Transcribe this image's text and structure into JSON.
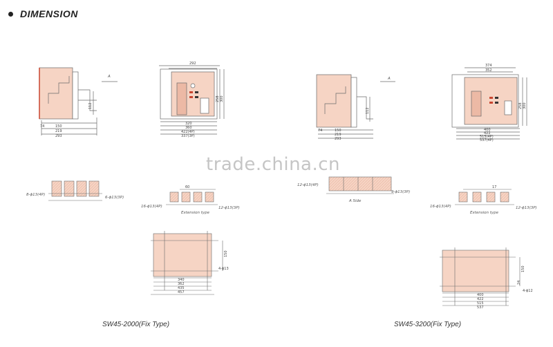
{
  "header": {
    "title": "DIMENSION"
  },
  "colors": {
    "panel": "#f6d4c4",
    "panel_dark": "#ecb9a5",
    "line": "#6a6a6a",
    "accent_red": "#c8452f"
  },
  "labels": {
    "a1": "A",
    "a2": "A",
    "extension_type_1": "Extension type",
    "extension_type_2": "Extension type",
    "a_side": "A Side"
  },
  "dims_left": {
    "side_74": "74",
    "side_150": "150",
    "side_219": "219",
    "side_293": "293",
    "side_112": "112",
    "front_292": "292",
    "front_258": "258",
    "front_300": "300",
    "front_320": "320",
    "front_360": "360",
    "front_422_4p": "422(4P)",
    "front_337_3p": "337(3P)",
    "bus_left": "8-ϕ13(4P)",
    "bus_right": "6-ϕ13(3P)",
    "ext_left": "16-ϕ13(4P)",
    "ext_right": "12-ϕ13(3P)",
    "ext_60": "60",
    "base_340": "340",
    "base_362": "362",
    "base_435": "435",
    "base_457": "457",
    "base_150": "150",
    "base_hole": "4-ϕ13"
  },
  "dims_right": {
    "side_74": "74",
    "side_150": "150",
    "side_219": "219",
    "side_293": "293",
    "side_112": "112",
    "front_374": "374",
    "front_352": "352",
    "front_258": "258",
    "front_300": "300",
    "front_400": "400",
    "front_422": "422",
    "front_515_4p": "515(4P)",
    "front_537_4p": "537(4P)",
    "bus_left": "12-ϕ13(4P)",
    "bus_right": "9-ϕ13(3P)",
    "ext_left": "16-ϕ13(4P)",
    "ext_right": "12-ϕ13(3P)",
    "ext_17": "17",
    "base_400": "400",
    "base_422": "422",
    "base_515": "515",
    "base_537": "537",
    "base_150": "150",
    "base_24": "24",
    "base_hole": "4-ϕ12"
  },
  "captions": {
    "left": "SW45-2000(Fix Type)",
    "right": "SW45-3200(Fix Type)"
  },
  "watermark": "trade.china.cn"
}
